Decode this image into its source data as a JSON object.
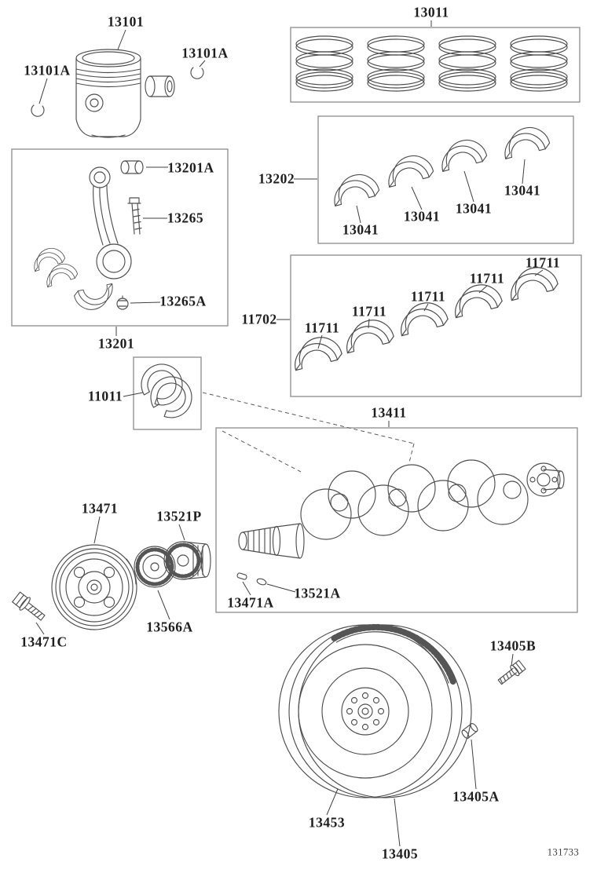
{
  "figure": {
    "footer_code": "131733"
  },
  "labels": [
    {
      "text": "13101"
    },
    {
      "text": "13101A"
    },
    {
      "text": "13101A"
    },
    {
      "text": "13011"
    },
    {
      "text": "13202"
    },
    {
      "text": "13041"
    },
    {
      "text": "13041"
    },
    {
      "text": "13041"
    },
    {
      "text": "13041"
    },
    {
      "text": "13201A"
    },
    {
      "text": "13265"
    },
    {
      "text": "13265A"
    },
    {
      "text": "13201"
    },
    {
      "text": "11702"
    },
    {
      "text": "11711"
    },
    {
      "text": "11711"
    },
    {
      "text": "11711"
    },
    {
      "text": "11711"
    },
    {
      "text": "11711"
    },
    {
      "text": "11011"
    },
    {
      "text": "13411"
    },
    {
      "text": "13471"
    },
    {
      "text": "13521P"
    },
    {
      "text": "13471A"
    },
    {
      "text": "13521A"
    },
    {
      "text": "13471C"
    },
    {
      "text": "13566A"
    },
    {
      "text": "13405B"
    },
    {
      "text": "13405A"
    },
    {
      "text": "13453"
    },
    {
      "text": "13405"
    }
  ]
}
